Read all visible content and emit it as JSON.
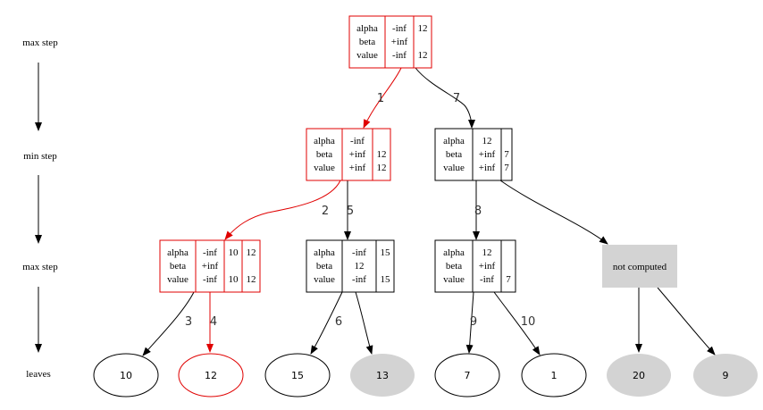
{
  "colors": {
    "highlight": "#e00000",
    "normal": "#000000",
    "pruned_fill": "#d3d3d3"
  },
  "row_labels": [
    "max step",
    "min step",
    "max step",
    "leaves"
  ],
  "field_names": [
    "alpha",
    "beta",
    "value"
  ],
  "nodes": [
    {
      "id": "root",
      "level": "max",
      "highlight": true,
      "columns": [
        [
          "-inf",
          "+inf",
          "-inf"
        ],
        [
          "12",
          "",
          "12"
        ]
      ]
    },
    {
      "id": "min-left",
      "level": "min",
      "highlight": true,
      "columns": [
        [
          "-inf",
          "+inf",
          "+inf"
        ],
        [
          "",
          "12",
          "12"
        ]
      ]
    },
    {
      "id": "min-right",
      "level": "min",
      "highlight": false,
      "columns": [
        [
          "12",
          "+inf",
          "+inf"
        ],
        [
          "",
          "7",
          "7"
        ]
      ]
    },
    {
      "id": "max-a",
      "level": "max",
      "highlight": true,
      "columns": [
        [
          "-inf",
          "+inf",
          "-inf"
        ],
        [
          "10",
          "",
          "10"
        ],
        [
          "12",
          "",
          "12"
        ]
      ]
    },
    {
      "id": "max-b",
      "level": "max",
      "highlight": false,
      "columns": [
        [
          "-inf",
          "12",
          "-inf"
        ],
        [
          "15",
          "",
          "15"
        ]
      ]
    },
    {
      "id": "max-c",
      "level": "max",
      "highlight": false,
      "columns": [
        [
          "12",
          "+inf",
          "-inf"
        ],
        [
          "",
          "",
          "7"
        ]
      ]
    },
    {
      "id": "max-d",
      "level": "max",
      "highlight": false,
      "pruned": true,
      "text": "not computed"
    }
  ],
  "leaves": [
    {
      "value": "10",
      "highlight": false,
      "pruned": false
    },
    {
      "value": "12",
      "highlight": true,
      "pruned": false
    },
    {
      "value": "15",
      "highlight": false,
      "pruned": false
    },
    {
      "value": "13",
      "highlight": false,
      "pruned": true
    },
    {
      "value": "7",
      "highlight": false,
      "pruned": false
    },
    {
      "value": "1",
      "highlight": false,
      "pruned": false
    },
    {
      "value": "20",
      "highlight": false,
      "pruned": true
    },
    {
      "value": "9",
      "highlight": false,
      "pruned": true
    }
  ],
  "edges": [
    {
      "from": "root",
      "to": "min-left",
      "label": "1",
      "highlight": true
    },
    {
      "from": "root",
      "to": "min-right",
      "label": "7",
      "highlight": false
    },
    {
      "from": "min-left",
      "to": "max-a",
      "label": "2",
      "highlight": true
    },
    {
      "from": "min-left",
      "to": "max-b",
      "label": "5",
      "highlight": false
    },
    {
      "from": "min-right",
      "to": "max-c",
      "label": "8",
      "highlight": false
    },
    {
      "from": "min-right",
      "to": "max-d",
      "label": "",
      "highlight": false
    },
    {
      "from": "max-a",
      "to": "leaf-0",
      "label": "3",
      "highlight": false
    },
    {
      "from": "max-a",
      "to": "leaf-1",
      "label": "4",
      "highlight": true
    },
    {
      "from": "max-b",
      "to": "leaf-2",
      "label": "6",
      "highlight": false
    },
    {
      "from": "max-b",
      "to": "leaf-3",
      "label": "",
      "highlight": false
    },
    {
      "from": "max-c",
      "to": "leaf-4",
      "label": "9",
      "highlight": false
    },
    {
      "from": "max-c",
      "to": "leaf-5",
      "label": "10",
      "highlight": false
    },
    {
      "from": "max-d",
      "to": "leaf-6",
      "label": "",
      "highlight": false
    },
    {
      "from": "max-d",
      "to": "leaf-7",
      "label": "",
      "highlight": false
    }
  ]
}
